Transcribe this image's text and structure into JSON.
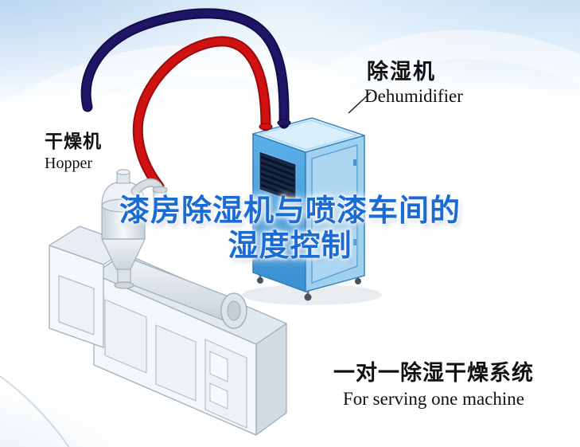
{
  "labels": {
    "dehumidifier": {
      "cn": "除湿机",
      "en": "Dehumidifier"
    },
    "hopper": {
      "cn": "干燥机",
      "en": "Hopper"
    },
    "system": {
      "cn": "一对一除湿干燥系统",
      "en": "For serving one machine"
    }
  },
  "title": {
    "line1": "漆房除湿机与喷漆车间的",
    "line2": "湿度控制",
    "color": "#1a6bd4"
  },
  "colors": {
    "pipe_red": "#d01212",
    "pipe_navy": "#1e1566",
    "unit_side": "#9fd0f0",
    "unit_top": "#d9eefb",
    "grille": "#16294a"
  }
}
